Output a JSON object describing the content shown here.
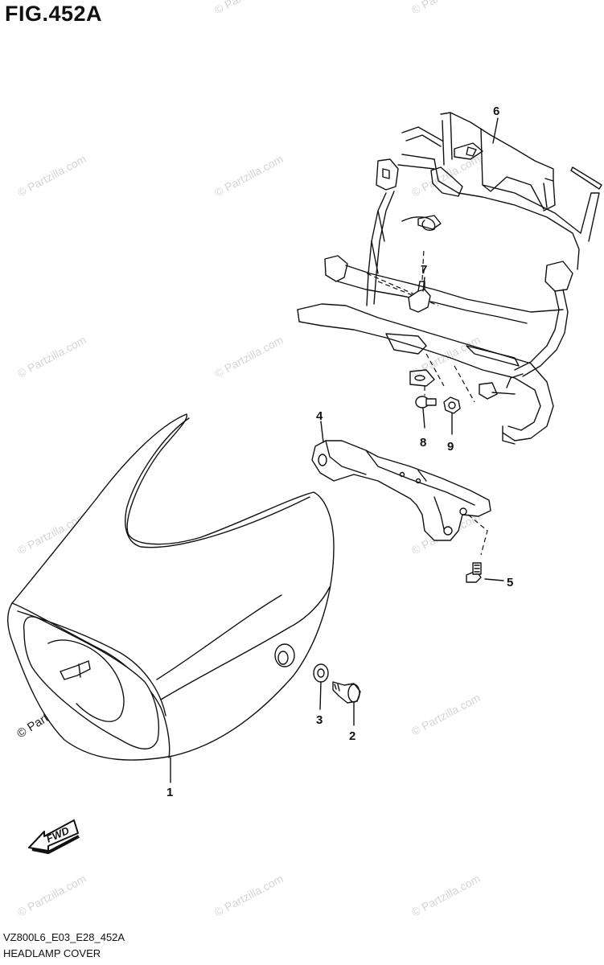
{
  "figure": {
    "title": "FIG.452A",
    "code": "VZ800L6_E03_E28_452A",
    "name": "HEADLAMP COVER",
    "fwd_label": "FWD"
  },
  "watermark": "© Partzilla.com",
  "callouts": [
    {
      "id": "1",
      "label": "1"
    },
    {
      "id": "2",
      "label": "2"
    },
    {
      "id": "3",
      "label": "3"
    },
    {
      "id": "4",
      "label": "4"
    },
    {
      "id": "5",
      "label": "5"
    },
    {
      "id": "6",
      "label": "6"
    },
    {
      "id": "7",
      "label": "7"
    },
    {
      "id": "8",
      "label": "8"
    },
    {
      "id": "9",
      "label": "9"
    }
  ],
  "colors": {
    "line": "#111111",
    "watermark": "#d4d4d4",
    "background": "#ffffff"
  }
}
